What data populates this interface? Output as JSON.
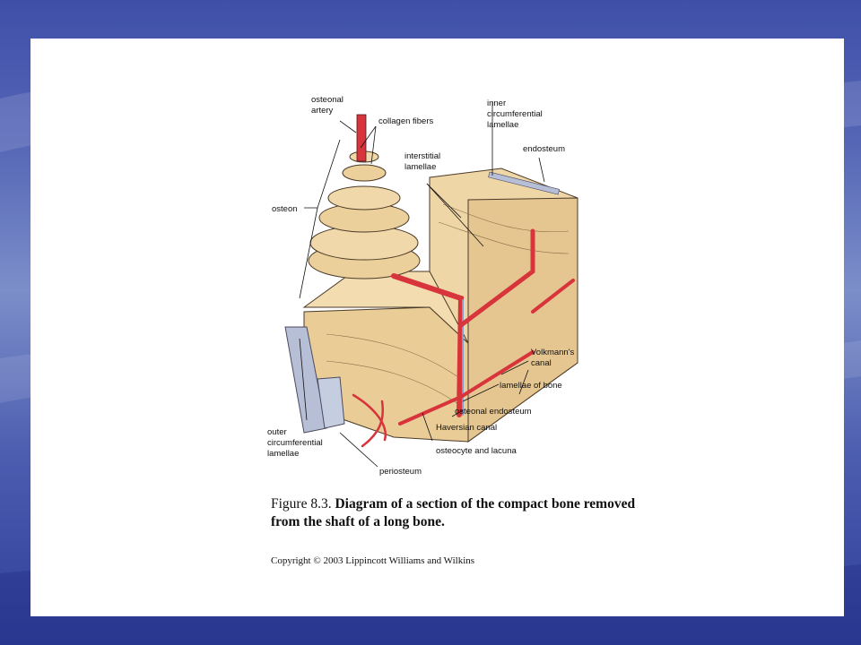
{
  "labels": {
    "osteonal_artery": [
      "osteonal",
      "artery"
    ],
    "collagen_fibers": "collagen fibers",
    "inner_circumferential": [
      "inner",
      "circumferential",
      "lamellae"
    ],
    "endosteum": "endosteum",
    "interstitial": [
      "interstitial",
      "lamellae"
    ],
    "osteon": "osteon",
    "volkmanns_canal": [
      "Volkmann's",
      "canal"
    ],
    "lamellae_of_bone": "lamellae of bone",
    "osteonal_endosteum": "osteonal endosteum",
    "haversian_canal": "Haversian canal",
    "osteocyte_lacuna": "osteocyte and lacuna",
    "outer_circumferential": [
      "outer",
      "circumferential",
      "lamellae"
    ],
    "periosteum": "periosteum"
  },
  "caption": {
    "figure_number": "Figure 8.3.",
    "title": "Diagram of a section of the compact bone removed from the shaft of a long bone."
  },
  "copyright": "Copyright © 2003 Lippincott Williams and Wilkins",
  "colors": {
    "bone": "#efd6a6",
    "bone_dark": "#d9b47c",
    "vessel": "#d8343c",
    "vein": "#7f9fc9",
    "periosteum": "#b7bfd6"
  }
}
